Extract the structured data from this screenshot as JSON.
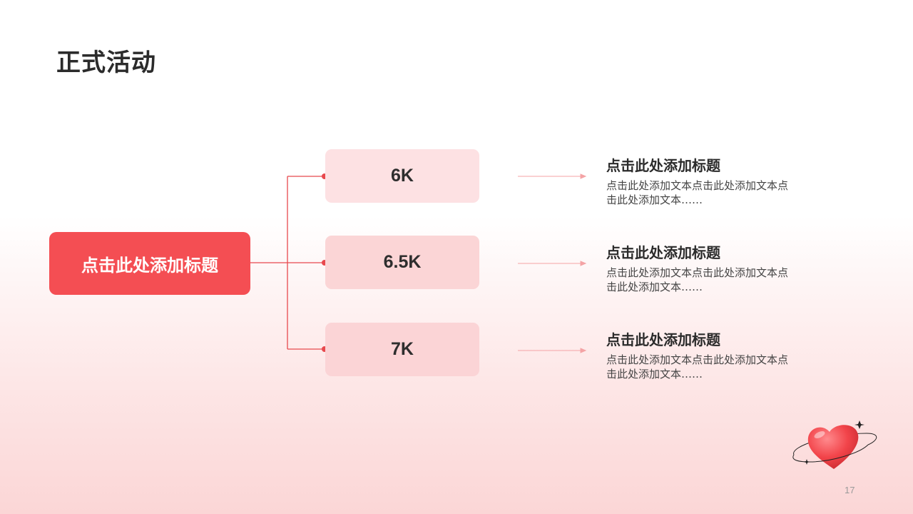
{
  "page_title": "正式活动",
  "root": {
    "label": "点击此处添加标题"
  },
  "items": [
    {
      "value": "6K",
      "title": "点击此处添加标题",
      "text": "点击此处添加文本点击此处添加文本点击此处添加文本……"
    },
    {
      "value": "6.5K",
      "title": "点击此处添加标题",
      "text": "点击此处添加文本点击此处添加文本点击此处添加文本……"
    },
    {
      "value": "7K",
      "title": "点击此处添加标题",
      "text": "点击此处添加文本点击此处添加文本点击此处添加文本……"
    }
  ],
  "page_number": "17",
  "colors": {
    "accent": "#f44e53",
    "connector": "#e8494e",
    "arrow": "#f4a3a5",
    "value_box_top": "#fde1e3",
    "value_box": "#fbd5d6"
  },
  "icons": {
    "decoration": "heart-planet-icon"
  }
}
